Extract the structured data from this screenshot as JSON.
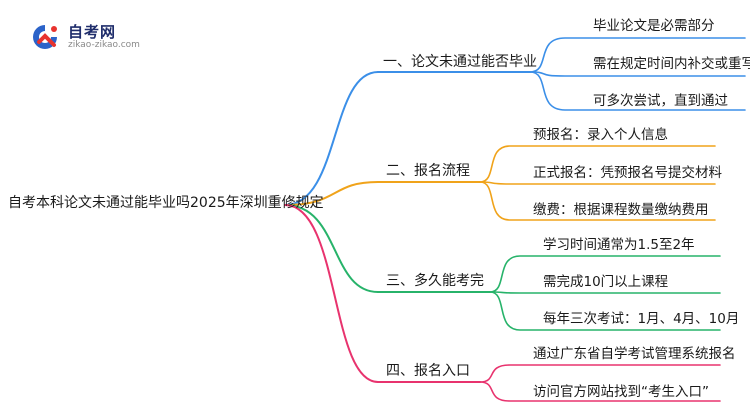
{
  "logo": {
    "title": "自考网",
    "url": "zikao-zikao.com"
  },
  "root": {
    "label": "自考本科论文未通过能毕业吗2025年深圳重修规定"
  },
  "branches": [
    {
      "label": "一、论文未通过能否毕业",
      "color": "#3b8fe8",
      "leaves": [
        "毕业论文是必需部分",
        "需在规定时间内补交或重写",
        "可多次尝试，直到通过"
      ]
    },
    {
      "label": "二、报名流程",
      "color": "#f0a31a",
      "leaves": [
        "预报名：录入个人信息",
        "正式报名：凭预报名号提交材料",
        "缴费：根据课程数量缴纳费用"
      ]
    },
    {
      "label": "三、多久能考完",
      "color": "#27b36a",
      "leaves": [
        "学习时间通常为1.5至2年",
        "需完成10门以上课程",
        "每年三次考试：1月、4月、10月"
      ]
    },
    {
      "label": "四、报名入口",
      "color": "#e8336e",
      "leaves": [
        "通过广东省自学考试管理系统报名",
        "访问官方网站找到“考生入口”"
      ]
    }
  ]
}
